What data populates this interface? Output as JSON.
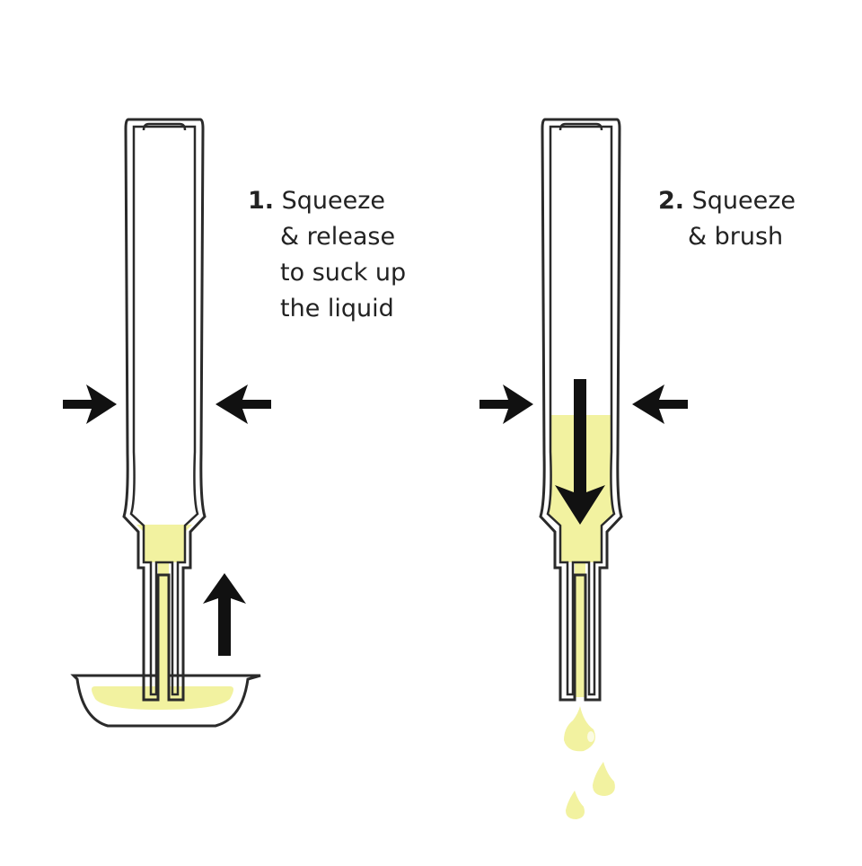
{
  "colors": {
    "liquid": "#f2f2a0",
    "outline": "#2a2a2a",
    "arrow": "#111111",
    "background": "#ffffff"
  },
  "steps": [
    {
      "number": "1.",
      "lines": [
        "Squeeze",
        "& release",
        "to suck up",
        "the liquid"
      ],
      "icons": [
        "squeeze-left-arrow-icon",
        "squeeze-right-arrow-icon",
        "suction-up-arrow-icon"
      ]
    },
    {
      "number": "2.",
      "lines": [
        "Squeeze",
        "& brush"
      ],
      "icons": [
        "squeeze-left-arrow-icon",
        "squeeze-right-arrow-icon",
        "push-down-arrow-icon"
      ]
    }
  ]
}
